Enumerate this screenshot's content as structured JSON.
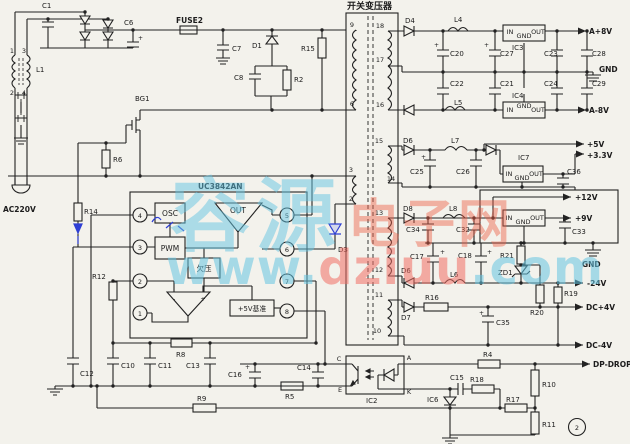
{
  "diagram_type": "switching-power-supply-schematic",
  "transformer_title": "开关变压器",
  "controller": {
    "name": "UC3842AN",
    "osc": "OSC",
    "pwm": "PWM",
    "out": "OUT",
    "undervoltage": "欠压",
    "reference": "+5V基准"
  },
  "labels": {
    "c1": "C1",
    "c6": "C6",
    "fuse2": "FUSE2",
    "l1": "L1",
    "p1_1": "1",
    "p1_3": "3",
    "p1_2": "2",
    "p1_4": "4",
    "ac": "AC220V",
    "c7": "C7",
    "d1": "D1",
    "r15": "R15",
    "c8": "C8",
    "r2": "R2",
    "bg1": "BG1",
    "r6": "R6",
    "r14": "R14",
    "r12": "R12",
    "ic1": "UC3842AN",
    "osc": "OSC",
    "pwm": "PWM",
    "outamp": "OUT",
    "uv": "欠压",
    "ref5": "+5V基准",
    "p1": "1",
    "p2": "2",
    "p3": "3",
    "p4": "4",
    "p5": "5",
    "p6": "6",
    "p7": "7",
    "p8": "8",
    "d3": "D3",
    "xfmr": "开关变压器",
    "t9": "9",
    "t6": "6",
    "t3": "3",
    "t2": "2",
    "t18": "18",
    "t17": "17",
    "t16": "16",
    "t15": "15",
    "t14": "14",
    "t13": "13",
    "t12": "12",
    "t11": "11",
    "t10": "10",
    "d4": "D4",
    "l4": "L4",
    "c20": "C20",
    "c27": "C27",
    "ic3": "IC3",
    "in3": "IN",
    "gnd3": "GND",
    "out3": "OUT",
    "a8p": "A+8V",
    "c23": "C23",
    "c28": "C28",
    "gnd_r1": "GND",
    "c22": "C22",
    "c21": "C21",
    "l5": "L5",
    "ic4": "IC4",
    "in4": "IN",
    "gnd4": "GND",
    "out4": "OUT",
    "c24": "C24",
    "c29": "C29",
    "a8m": "A-8V",
    "d6a": "D6",
    "c25": "C25",
    "l7": "L7",
    "c26": "C26",
    "ic7": "IC7",
    "in7": "IN",
    "gnd7": "GND",
    "out7": "OUT",
    "c36": "C36",
    "v5": "+5V",
    "v33": "+3.3V",
    "d8": "D8",
    "c34": "C34",
    "l8": "L8",
    "c32": "C32",
    "ic5in": "IN",
    "ic5gnd": "GND",
    "ic5out": "OUT",
    "v12": "+12V",
    "v9": "+9V",
    "c33": "C33",
    "gnd_r3": "GND",
    "r21": "R21",
    "zd1": "ZD1",
    "c17": "C17",
    "c18": "C18",
    "d6b": "D6",
    "l6": "L6",
    "v24": "-24V",
    "d7": "D7",
    "r16": "R16",
    "c35": "C35",
    "r20": "R20",
    "r19": "R19",
    "dc4p": "DC+4V",
    "dc4m": "DC-4V",
    "r8": "R8",
    "r9": "R9",
    "c10": "C10",
    "c11": "C11",
    "c13": "C13",
    "c12": "C12",
    "c16": "C16",
    "r5": "R5",
    "c14": "C14",
    "ic2": "IC2",
    "oc": "C",
    "oe": "E",
    "oa": "A",
    "ok": "K",
    "r4": "R4",
    "dp": "DP-DROP",
    "c15": "C15",
    "r18": "R18",
    "r17": "R17",
    "r10": "R10",
    "r11": "R11",
    "ic6": "IC6",
    "pg": "2",
    "plus": "+",
    "minus": "-"
  },
  "watermark": {
    "w1": "容源",
    "w2": "电子网",
    "w3a": "www.",
    "w3b": "dziuu",
    "w3c": ".com"
  },
  "colors": {
    "wire": "#222222",
    "annotation_blue": "#2e3fd4",
    "watermark_cyan": "#64c4e2",
    "watermark_red": "#ee5f46"
  }
}
